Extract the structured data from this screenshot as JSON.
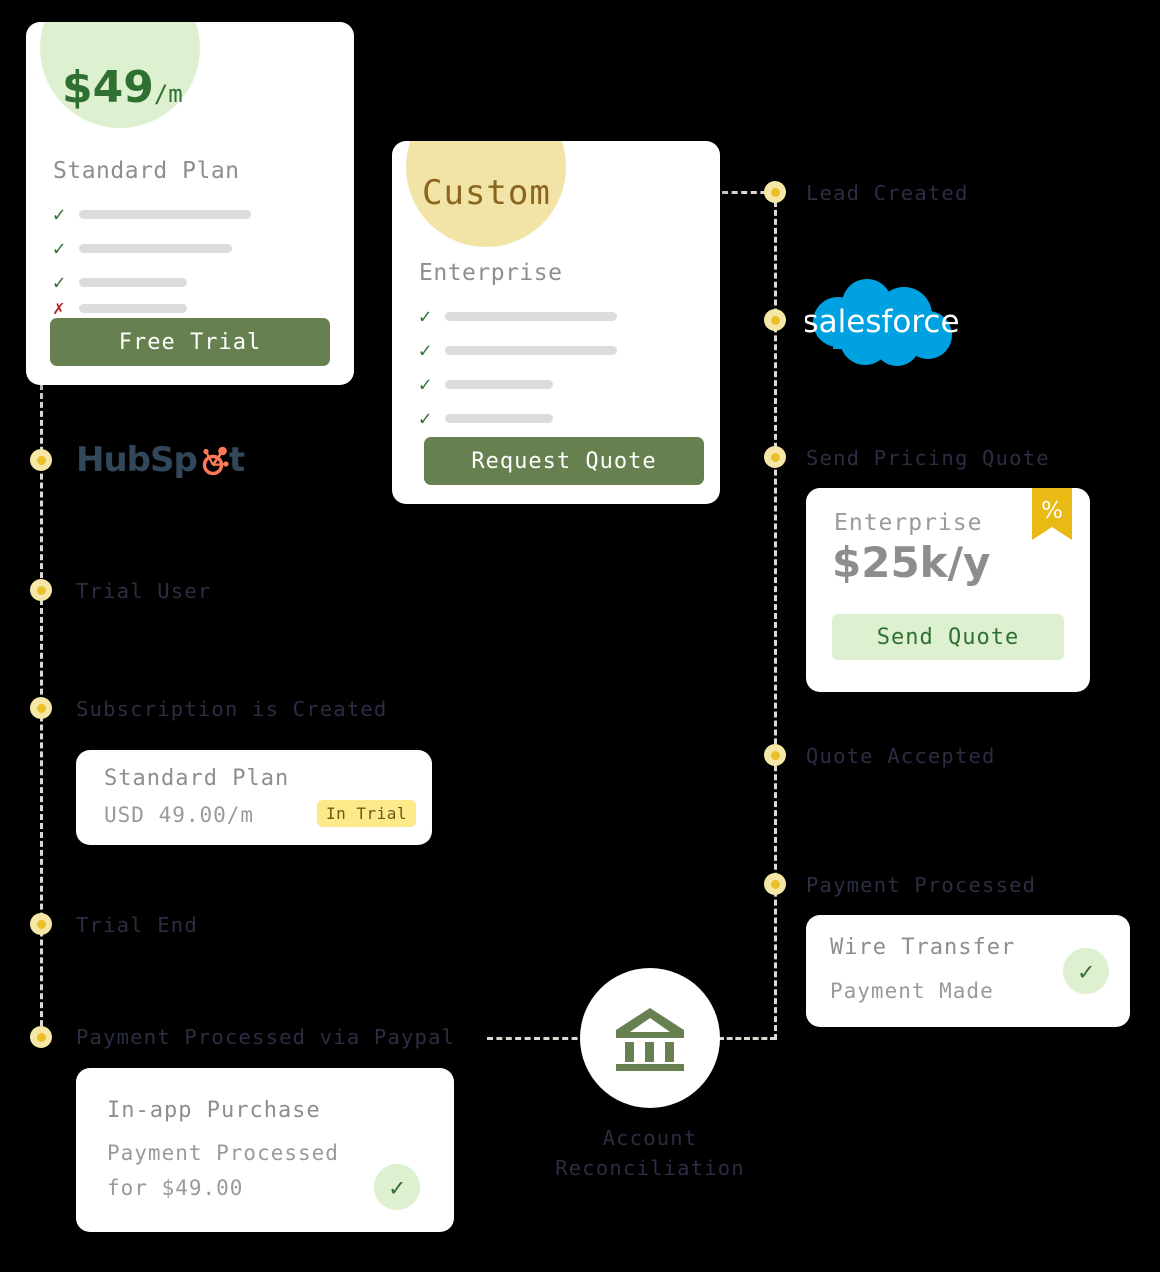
{
  "standard_plan_card": {
    "price": "$49",
    "price_suffix": "/m",
    "plan_name": "Standard Plan",
    "features": [
      {
        "icon": "check-icon",
        "state": "included",
        "width": 172
      },
      {
        "icon": "check-icon",
        "state": "included",
        "width": 153
      },
      {
        "icon": "check-icon",
        "state": "included",
        "width": 108
      },
      {
        "icon": "cross-icon",
        "state": "excluded",
        "width": 108
      }
    ],
    "cta_label": "Free Trial"
  },
  "enterprise_plan_card": {
    "price": "Custom",
    "plan_name": "Enterprise",
    "features": [
      {
        "icon": "check-icon",
        "state": "included",
        "width": 172
      },
      {
        "icon": "check-icon",
        "state": "included",
        "width": 172
      },
      {
        "icon": "check-icon",
        "state": "included",
        "width": 108
      },
      {
        "icon": "check-icon",
        "state": "included",
        "width": 108
      }
    ],
    "cta_label": "Request Quote"
  },
  "left_timeline": {
    "logo": {
      "name": "hubspot-logo",
      "text_before": "HubSp",
      "text_after": "t"
    },
    "steps": [
      {
        "label": "Trial User"
      },
      {
        "label": "Subscription is Created"
      },
      {
        "label": "Trial End"
      },
      {
        "label": "Payment Processed via Paypal"
      }
    ]
  },
  "subscription_card": {
    "title": "Standard Plan",
    "subtitle": "USD 49.00/m",
    "badge": "In Trial"
  },
  "inapp_purchase_card": {
    "title": "In-app Purchase",
    "line1": "Payment Processed",
    "line2": "for $49.00",
    "status_icon": "check-icon"
  },
  "right_timeline": {
    "logo": {
      "name": "salesforce-logo",
      "text": "salesforce"
    },
    "steps": [
      {
        "label": "Lead Created"
      },
      {
        "label": "Send Pricing Quote"
      },
      {
        "label": "Quote Accepted"
      },
      {
        "label": "Payment Processed"
      }
    ]
  },
  "quote_card": {
    "plan": "Enterprise",
    "price": "$25k/y",
    "cta_label": "Send Quote",
    "ribbon_icon": "percent-icon",
    "ribbon_symbol": "%"
  },
  "wire_transfer_card": {
    "title": "Wire Transfer",
    "subtitle": "Payment Made",
    "status_icon": "check-icon"
  },
  "reconciliation": {
    "icon": "bank-icon",
    "label_line1": "Account",
    "label_line2": "Reconciliation"
  },
  "colors": {
    "background": "#000000",
    "green_button": "#66804f",
    "green_dark": "#2f7032",
    "green_light": "#ddf0d0",
    "yellow_blob": "#f2e4a6",
    "brown_text": "#8a6520",
    "gold": "#e9b914",
    "badge_yellow": "#fbe98a",
    "timeline_dash": "#ddd8d2",
    "timeline_label": "#2b2d42",
    "salesforce_blue": "#00a1e0",
    "hubspot_navy": "#33475b",
    "hubspot_orange": "#ff7a59",
    "red_cross": "#b12727",
    "grey_text": "#8e8e8e",
    "bar_grey": "#dcdcdc"
  }
}
